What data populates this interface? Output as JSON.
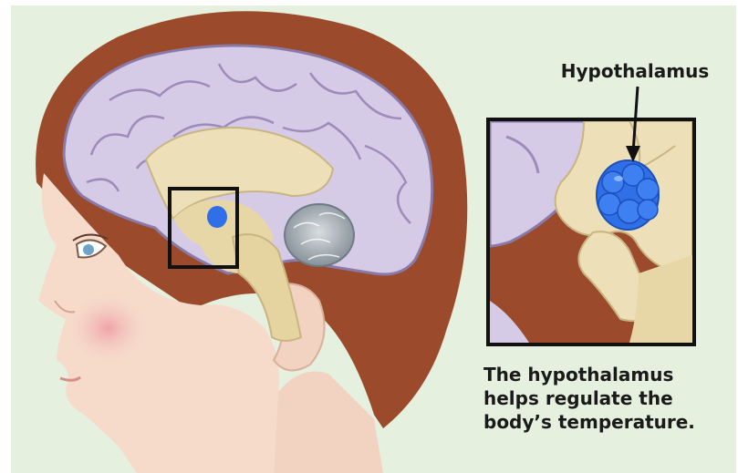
{
  "labels": {
    "title": "Hypothalamus"
  },
  "caption": {
    "line1": "The hypothalamus",
    "line2": "helps regulate the",
    "line3": "body’s temperature."
  },
  "colors": {
    "background": "#e6f0df",
    "hair": "#9b4a2c",
    "cerebrum": "#d5cbe6",
    "deep_brain": "#ede0b8",
    "hypothalamus": "#2f6fe8",
    "skin": "#f6dbcb",
    "cheek": "#f0b6b9",
    "cerebellum": "#8f9aa2"
  },
  "icons": {
    "arrow": "arrow-down-icon",
    "highlight_box": "highlight-box-icon"
  }
}
